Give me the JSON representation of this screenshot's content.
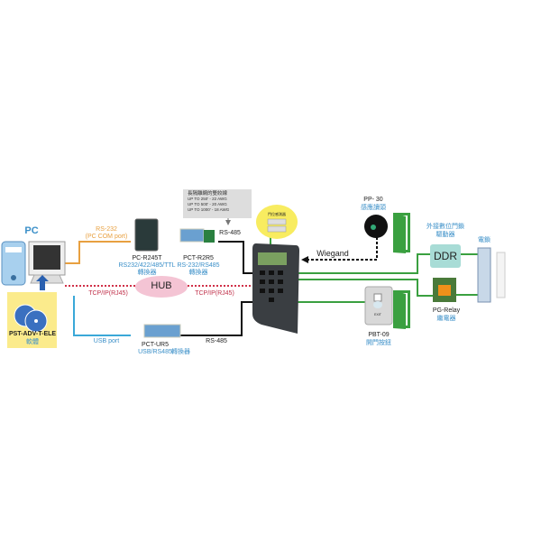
{
  "pc": {
    "label": "PC"
  },
  "software": {
    "name": "PST-ADV-T-ELE",
    "type": "軟體"
  },
  "rs232": {
    "label": "RS-232",
    "sub": "(PC COM port)"
  },
  "pc_r245t": {
    "model": "PC-R245T",
    "desc": "RS232/422/485/TTL",
    "type": "轉換器"
  },
  "pct_r2r5": {
    "model": "PCT-R2R5",
    "desc": "RS-232/RS485",
    "type": "轉換器"
  },
  "cable_note": {
    "title": "長隔離網的雙絞線",
    "lines": [
      "UP TO 250' - 22 AWG",
      "UP TO 500' - 20 AWG",
      "UP TO 1000' - 18 AWG"
    ]
  },
  "rs485_top": "RS-485",
  "door_sensor": {
    "label": "門位感測器"
  },
  "hub": {
    "label": "HUB",
    "left_label": "TCP/IP(RJ45)",
    "right_label": "TCP/IP(RJ45)"
  },
  "usb": {
    "label": "USB port"
  },
  "pct_ur5": {
    "model": "PCT-UR5",
    "desc": "USB/RS485",
    "type": "轉換器"
  },
  "rs485_bottom": "RS-485",
  "wiegand": "Wiegand",
  "pp30": {
    "model": "PP- 30",
    "type": "感應讀頭"
  },
  "ddr": {
    "box": "DDR",
    "label1": "外接數位門鎖",
    "label2": "驅動器"
  },
  "lock": {
    "label": "電鎖"
  },
  "pg_relay": {
    "model": "PG-Relay",
    "type": "繼電器"
  },
  "pbt09": {
    "model": "PBT-09",
    "type": "開門按鈕",
    "exit": "EXIT"
  },
  "colors": {
    "orange": "#e8a040",
    "blue": "#3aa8d8",
    "green": "#3aa040",
    "red": "#c0304a",
    "black": "#111111"
  }
}
